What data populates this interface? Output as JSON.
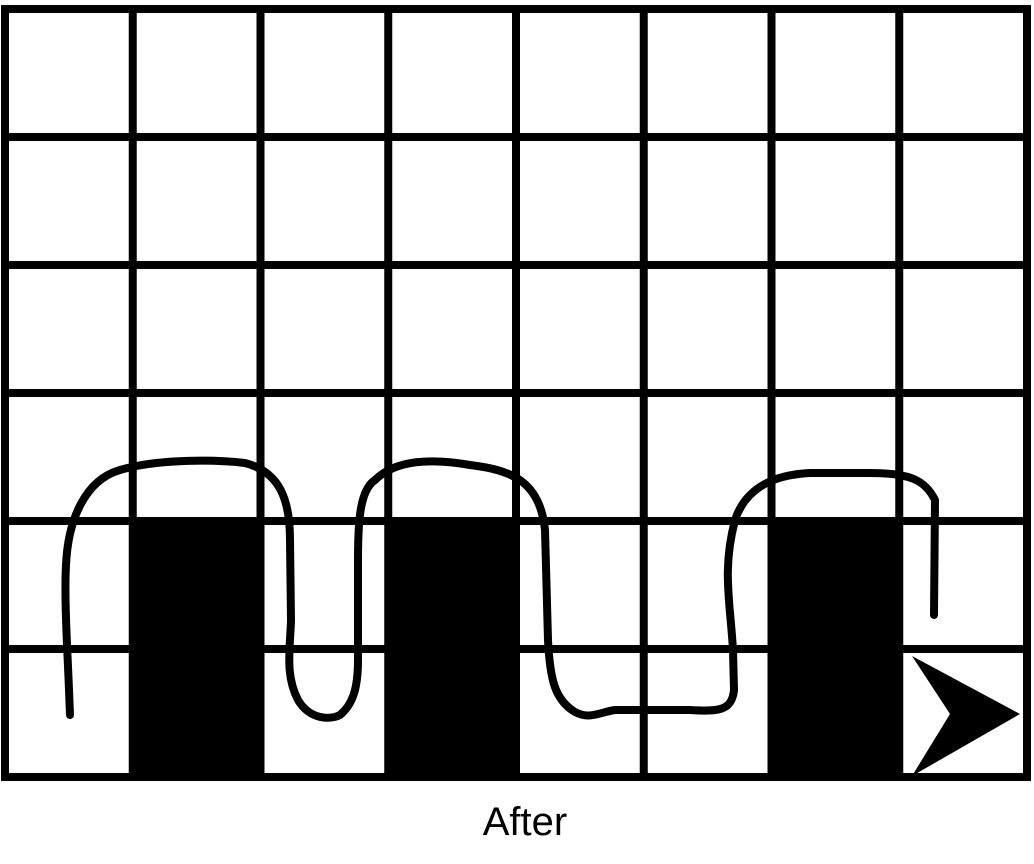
{
  "caption": "After",
  "grid": {
    "rows": 6,
    "cols": 8,
    "blocked_cells": [
      [
        4,
        1
      ],
      [
        5,
        1
      ],
      [
        4,
        3
      ],
      [
        5,
        3
      ],
      [
        4,
        6
      ],
      [
        5,
        6
      ]
    ],
    "goal_cell": [
      5,
      7
    ],
    "goal_icon": "arrow-right-icon"
  },
  "colors": {
    "line": "#000000",
    "background": "#ffffff",
    "blocked": "#000000"
  }
}
